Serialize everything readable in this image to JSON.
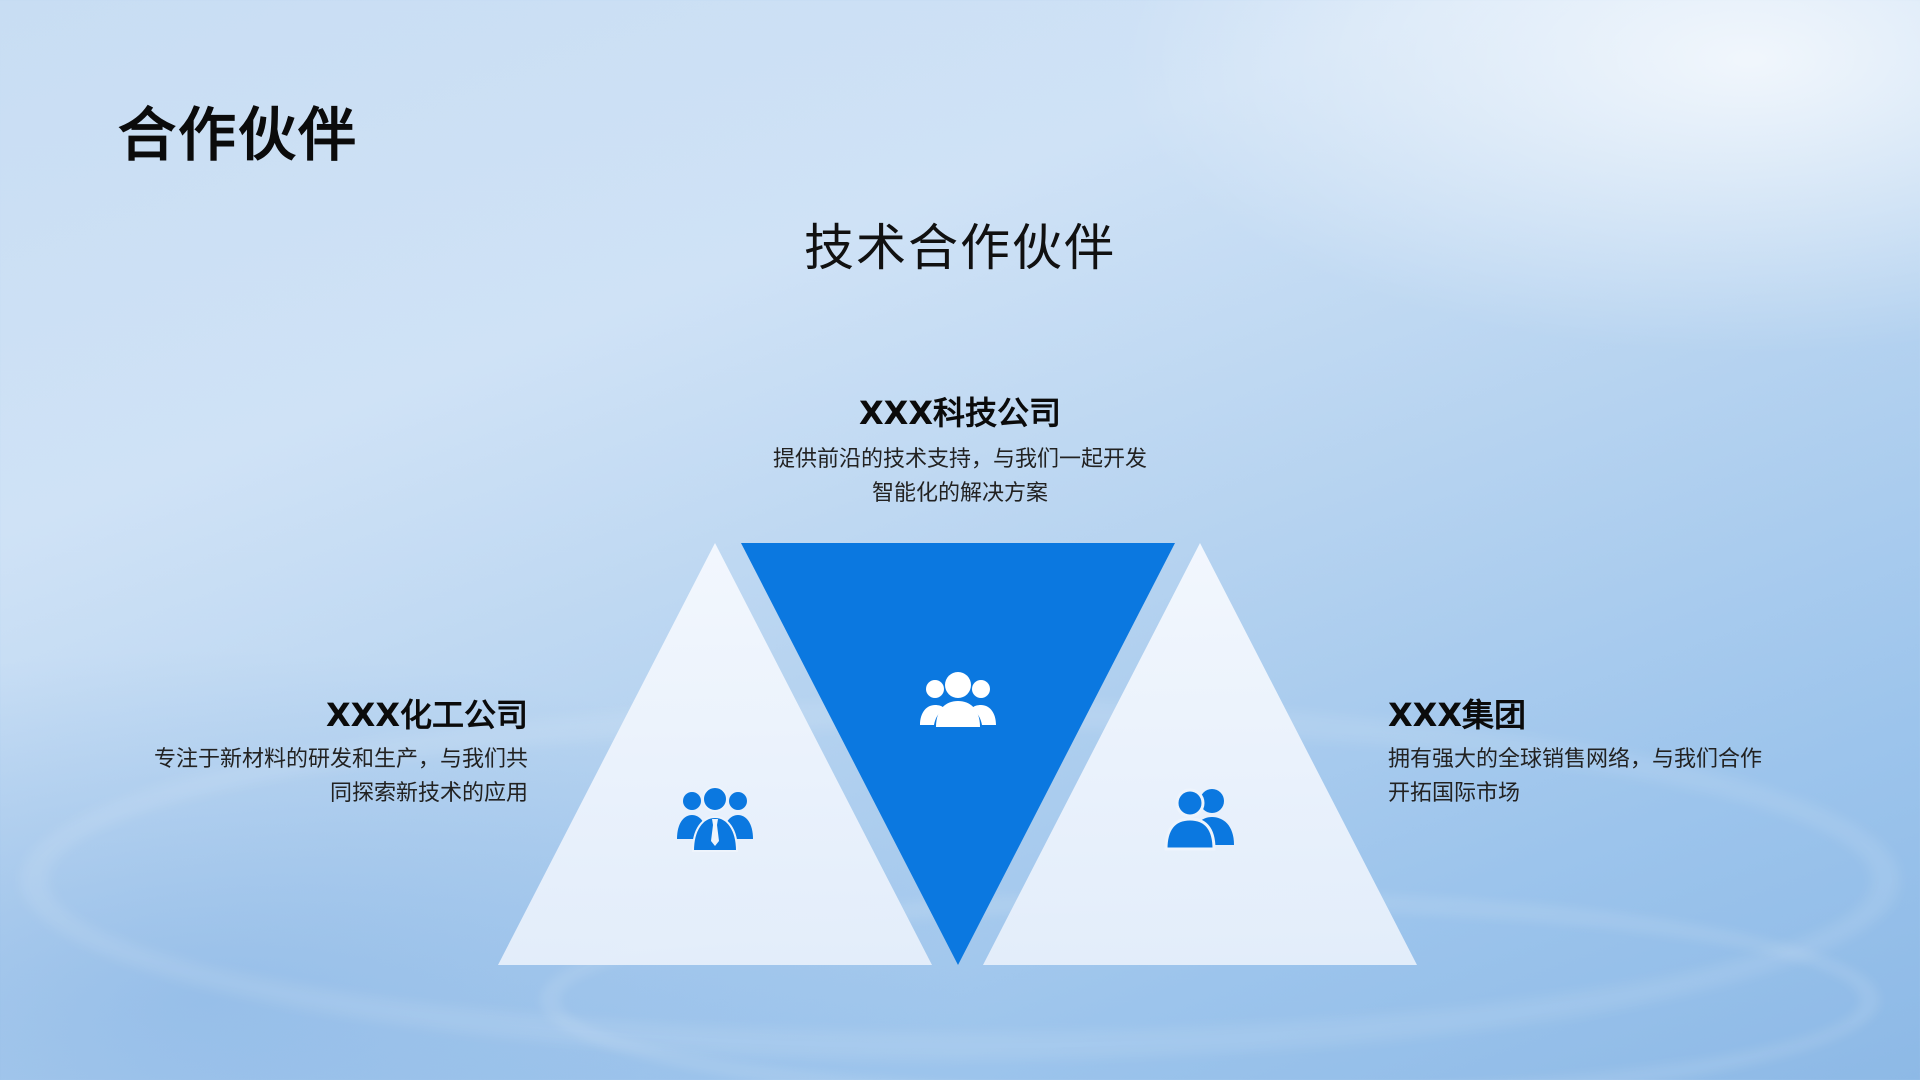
{
  "page": {
    "title": "合作伙伴",
    "section_title": "技术合作伙伴"
  },
  "partners": [
    {
      "name": "XXX科技公司",
      "description_line1": "提供前沿的技术支持，与我们一起开发",
      "description_line2": "智能化的解决方案",
      "icon": "group-icon"
    },
    {
      "name": "XXX化工公司",
      "description_line1": "专注于新材料的研发和生产，与我们共",
      "description_line2": "同探索新技术的应用",
      "icon": "team-icon"
    },
    {
      "name": "XXX集团",
      "description_line1": "拥有强大的全球销售网络，与我们合作",
      "description_line2": "开拓国际市场",
      "icon": "users-icon"
    }
  ],
  "colors": {
    "accent": "#0b78e0",
    "triangle_light": "#eef4fc",
    "title_text": "#0b0b0b"
  }
}
